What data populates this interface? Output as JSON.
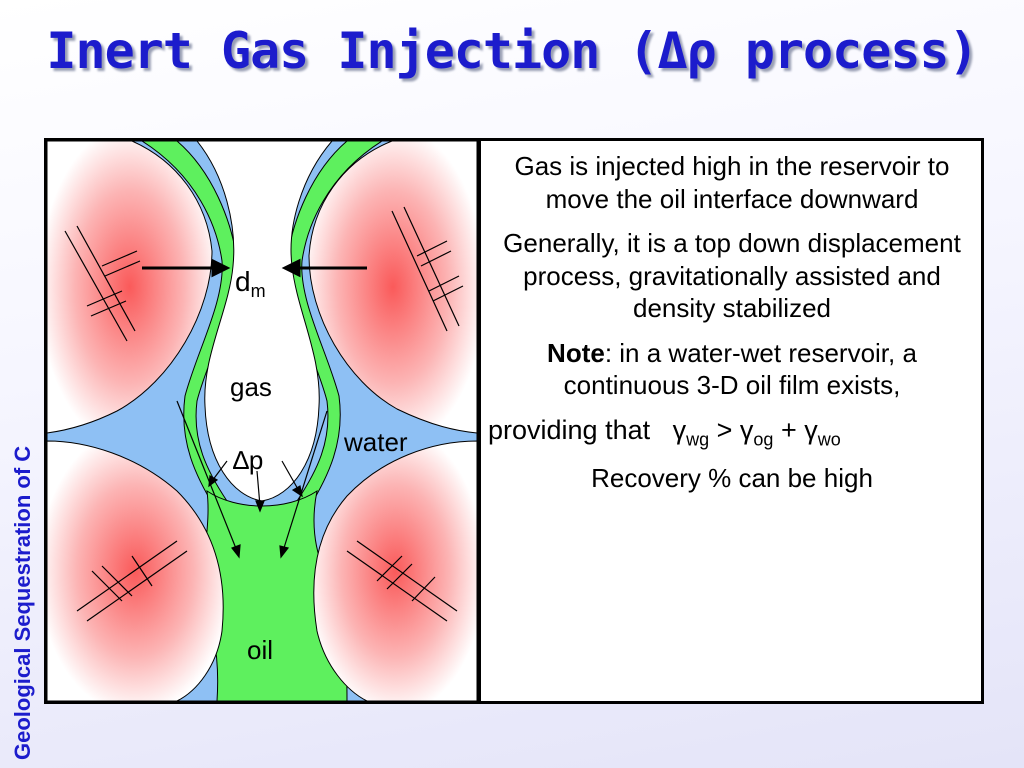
{
  "title": "Inert Gas Injection (Δρ process)",
  "sidebar_text": "Geological Sequestration of C",
  "diagram": {
    "label_dm_main": "d",
    "label_dm_sub": "m",
    "label_gas": "gas",
    "label_water": "water",
    "label_dp": "∆p",
    "label_oil": "oil",
    "colors": {
      "grain_red": "#fa6a6a",
      "water_blue": "#8ec0f4",
      "oil_green": "#5ef05e"
    }
  },
  "text": {
    "p1": "Gas is injected high in the reservoir to move the oil interface downward",
    "p2": "Generally, it is a top down displacement process, gravitationally assisted and density stabilized",
    "note_label": "Note",
    "note_text": ": in a water-wet reservoir, a continuous 3-D oil film exists,",
    "providing": "providing that",
    "eq_g1": "γ",
    "eq_s1": "wg",
    "eq_gt": " > ",
    "eq_g2": "γ",
    "eq_s2": "og",
    "eq_plus": " + ",
    "eq_g3": "γ",
    "eq_s3": "wo",
    "recovery": "Recovery % can be high"
  }
}
